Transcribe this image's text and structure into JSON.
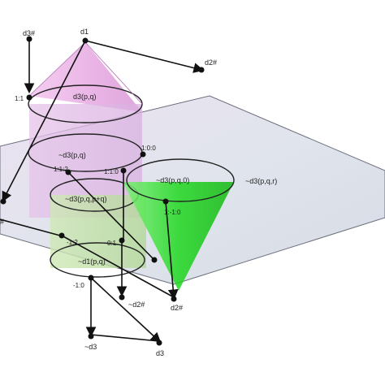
{
  "colors": {
    "plane": "#cfd6e0",
    "plane_edge": "#555a66",
    "pink_cone": "#e7a8e0",
    "pink_cylinder": "#e2b6e6",
    "green_cone": "#22dd22",
    "green_cylinder": "#bfe3a6",
    "lines": "#111111"
  },
  "labels": {
    "d3_sharp_top": "d3#",
    "d1": "d1",
    "d2_sharp_top": "d2#",
    "one_one": "1:1",
    "d3_pq": "d3(p,q)",
    "neg_d3_pq": "~d3(p,q)",
    "one_zero_zero": "1:0:0",
    "one_one_two": "1:1:2",
    "one_one_zero": "1:1:0",
    "neg_d3_pq0": "~d3(p,q,0)",
    "neg_d3_pqr": "~d3(p,q,r)",
    "neg_d3_pq_pq": "~d3(p,q,p+q)",
    "one_neg_one_zero": "1:-1:0",
    "left_sharp": "#",
    "neg_one_two": "-1:2",
    "zero_one": "0:1",
    "neg_d1_pq": "~d1(p,q)",
    "neg_one_zero": "-1:0",
    "neg_d2_sharp": "~d2#",
    "d2_sharp_bottom": "d2#",
    "neg_d3": "~d3",
    "d3": "d3"
  }
}
